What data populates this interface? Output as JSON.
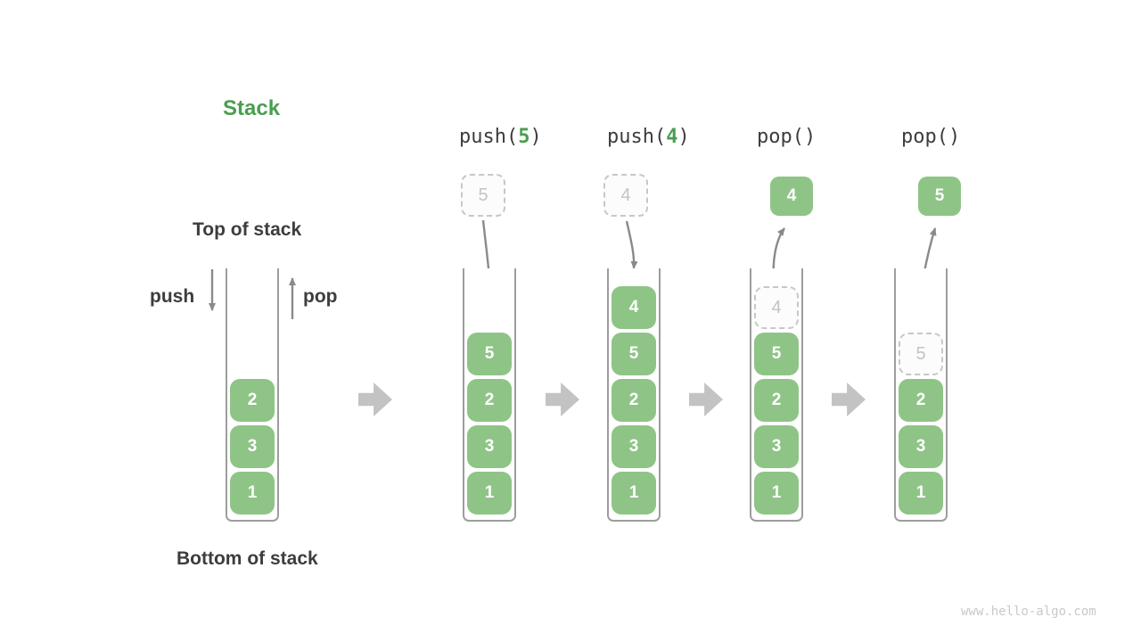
{
  "title": "Stack",
  "side_labels": {
    "top_of_stack": "Top of stack",
    "bottom_of_stack": "Bottom of stack",
    "push_arrow_label": "push",
    "pop_arrow_label": "pop"
  },
  "watermark": "www.hello-algo.com",
  "colors": {
    "element_green": "#8FC487",
    "accent_green": "#4A9E50",
    "text_dark": "#3D3D3D",
    "arrow_gray": "#8A8A8A",
    "block_arrow_gray": "#C3C3C3",
    "ghost_gray": "#C4C4C4"
  },
  "stacks": [
    {
      "id": "initial",
      "elements": [
        "2",
        "3",
        "1"
      ]
    },
    {
      "id": "after-push-5",
      "op": {
        "prefix": "push(",
        "arg": "5",
        "suffix": ")"
      },
      "float": {
        "style": "dashed",
        "value": "5"
      },
      "elements": [
        "5",
        "2",
        "3",
        "1"
      ]
    },
    {
      "id": "after-push-4",
      "op": {
        "prefix": "push(",
        "arg": "4",
        "suffix": ")"
      },
      "float": {
        "style": "dashed",
        "value": "4"
      },
      "elements": [
        "4",
        "5",
        "2",
        "3",
        "1"
      ]
    },
    {
      "id": "after-pop-4",
      "op": {
        "prefix": "pop()",
        "arg": "",
        "suffix": ""
      },
      "float": {
        "style": "solid",
        "value": "4"
      },
      "ghost": "4",
      "elements": [
        "5",
        "2",
        "3",
        "1"
      ]
    },
    {
      "id": "after-pop-5",
      "op": {
        "prefix": "pop()",
        "arg": "",
        "suffix": ""
      },
      "float": {
        "style": "solid",
        "value": "5"
      },
      "ghost": "5",
      "elements": [
        "2",
        "3",
        "1"
      ]
    }
  ]
}
